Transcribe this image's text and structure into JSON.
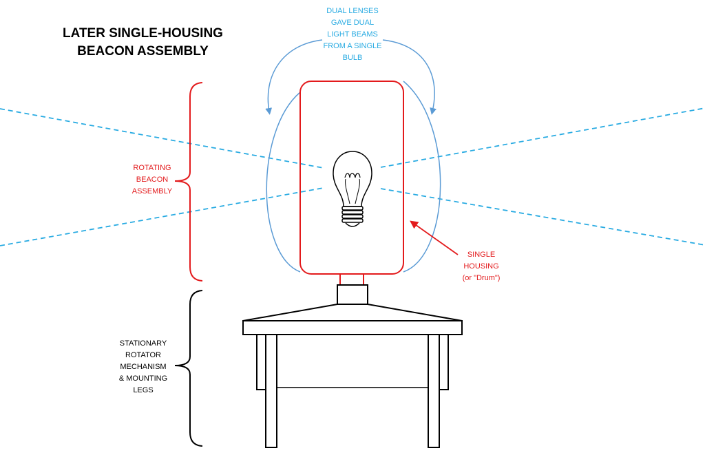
{
  "title": [
    "LATER SINGLE-HOUSING",
    "BEACON ASSEMBLY"
  ],
  "labels": {
    "lenses": [
      "DUAL LENSES",
      "GAVE DUAL",
      "LIGHT BEAMS",
      "FROM A SINGLE",
      "BULB"
    ],
    "rotating": [
      "ROTATING",
      "BEACON",
      "ASSEMBLY"
    ],
    "housing": [
      "SINGLE",
      "HOUSING",
      "(or \"Drum\")"
    ],
    "stationary": [
      "STATIONARY",
      "ROTATOR",
      "MECHANISM",
      "& MOUNTING",
      "LEGS"
    ]
  },
  "colors": {
    "beam": "#29abe2",
    "lens": "#5b9bd5",
    "housing": "#e31a1c",
    "rotating_label": "#e31a1c",
    "lenses_label": "#29abe2",
    "structure": "#000000"
  },
  "icons": [
    "light-bulb-icon"
  ]
}
